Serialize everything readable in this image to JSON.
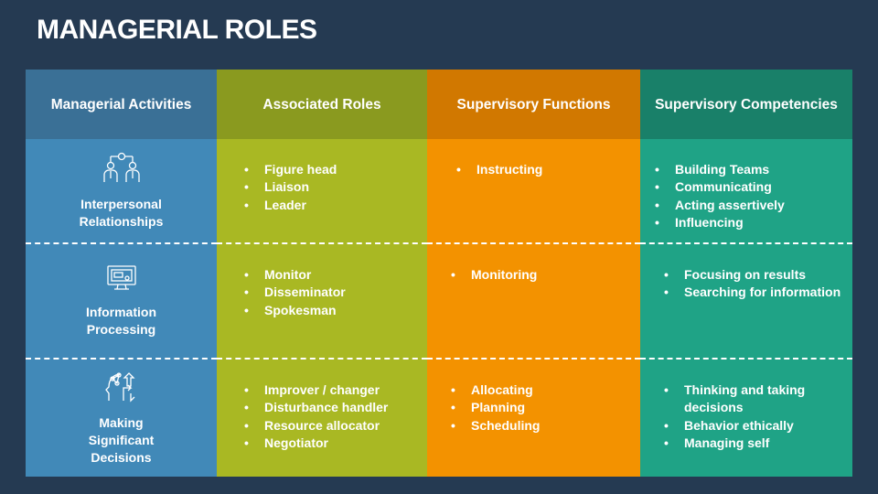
{
  "title": "MANAGERIAL ROLES",
  "headers": [
    "Managerial Activities",
    "Associated Roles",
    "Supervisory Functions",
    "Supervisory Competencies"
  ],
  "rows": [
    {
      "activity": "Interpersonal Relationships",
      "icon": "team-gear-icon",
      "roles": [
        "Figure head",
        "Liaison",
        "Leader"
      ],
      "functions": [
        "Instructing"
      ],
      "competencies": [
        "Building Teams",
        "Communicating",
        "Acting assertively",
        "Influencing"
      ]
    },
    {
      "activity": "Information Processing",
      "icon": "computer-monitor-icon",
      "roles": [
        "Monitor",
        "Disseminator",
        "Spokesman"
      ],
      "functions": [
        "Monitoring"
      ],
      "competencies": [
        "Focusing on results",
        "Searching for information"
      ]
    },
    {
      "activity": "Making Significant Decisions",
      "icon": "head-arrows-decision-icon",
      "roles": [
        "Improver / changer",
        "Disturbance handler",
        "Resource allocator",
        "Negotiator"
      ],
      "functions": [
        "Allocating",
        "Planning",
        "Scheduling"
      ],
      "competencies": [
        "Thinking and taking decisions",
        "Behavior ethically",
        "Managing self"
      ]
    }
  ]
}
